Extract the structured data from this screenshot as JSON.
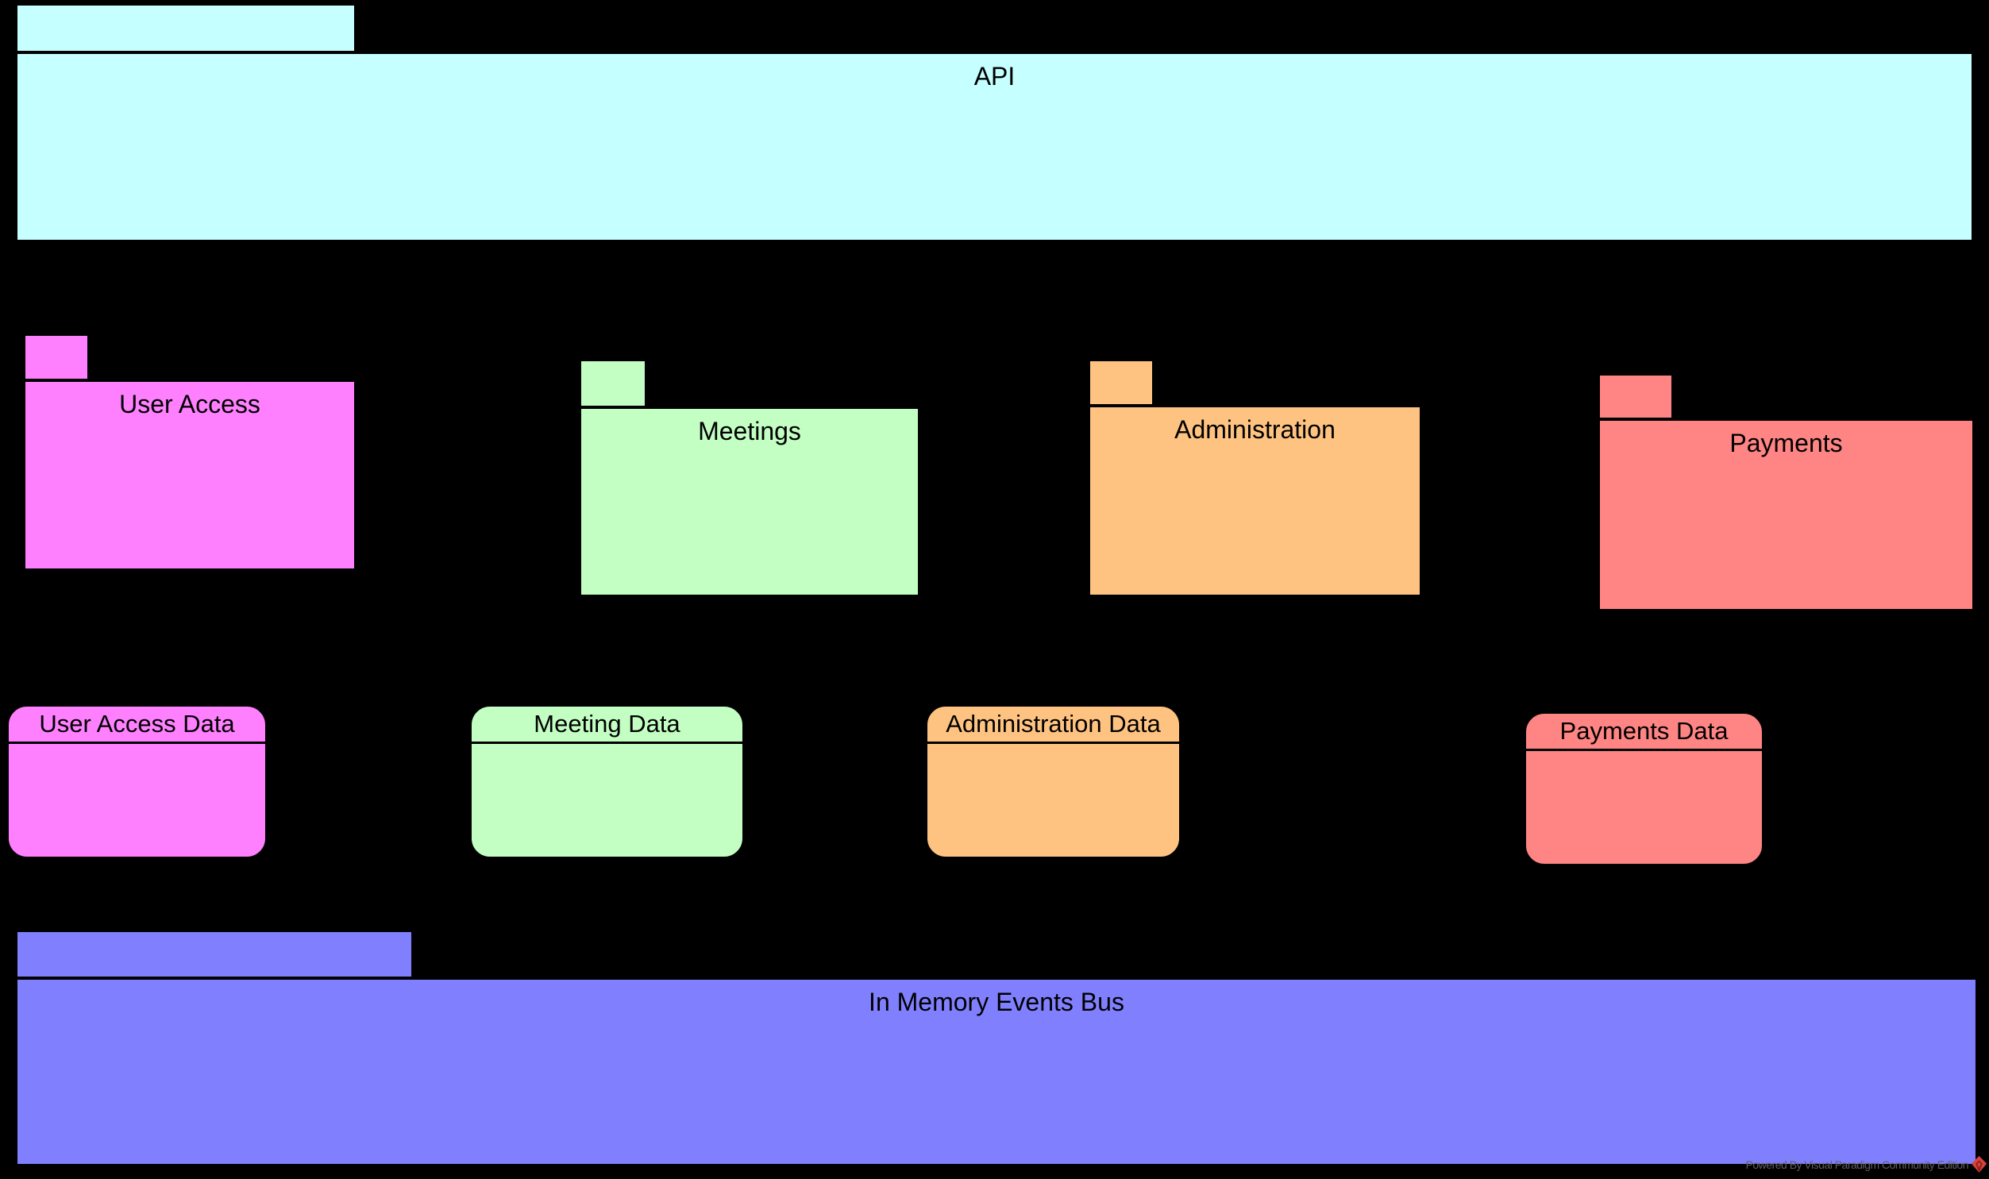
{
  "canvas": {
    "background": "#000000"
  },
  "packages": {
    "api": {
      "label": "API",
      "color": "#C6FFFF"
    },
    "user_access": {
      "label": "User Access",
      "color": "#FF80FF"
    },
    "meetings": {
      "label": "Meetings",
      "color": "#C3FFC3"
    },
    "administration": {
      "label": "Administration",
      "color": "#FFC381"
    },
    "payments": {
      "label": "Payments",
      "color": "#FF8484"
    },
    "events_bus": {
      "label": "In Memory Events Bus",
      "color": "#8080FF"
    }
  },
  "data_nodes": {
    "user_access_data": {
      "label": "User Access Data",
      "color": "#FF80FF"
    },
    "meeting_data": {
      "label": "Meeting Data",
      "color": "#C3FFC3"
    },
    "administration_data": {
      "label": "Administration Data",
      "color": "#FFC381"
    },
    "payments_data": {
      "label": "Payments Data",
      "color": "#FF8484"
    }
  },
  "watermark": {
    "text": "Powered By Visual Paradigm Community Edition",
    "text_color": "#5F5F5F",
    "logo_primary_color": "#D8433E",
    "logo_shadow_color": "#8F1F1F"
  }
}
